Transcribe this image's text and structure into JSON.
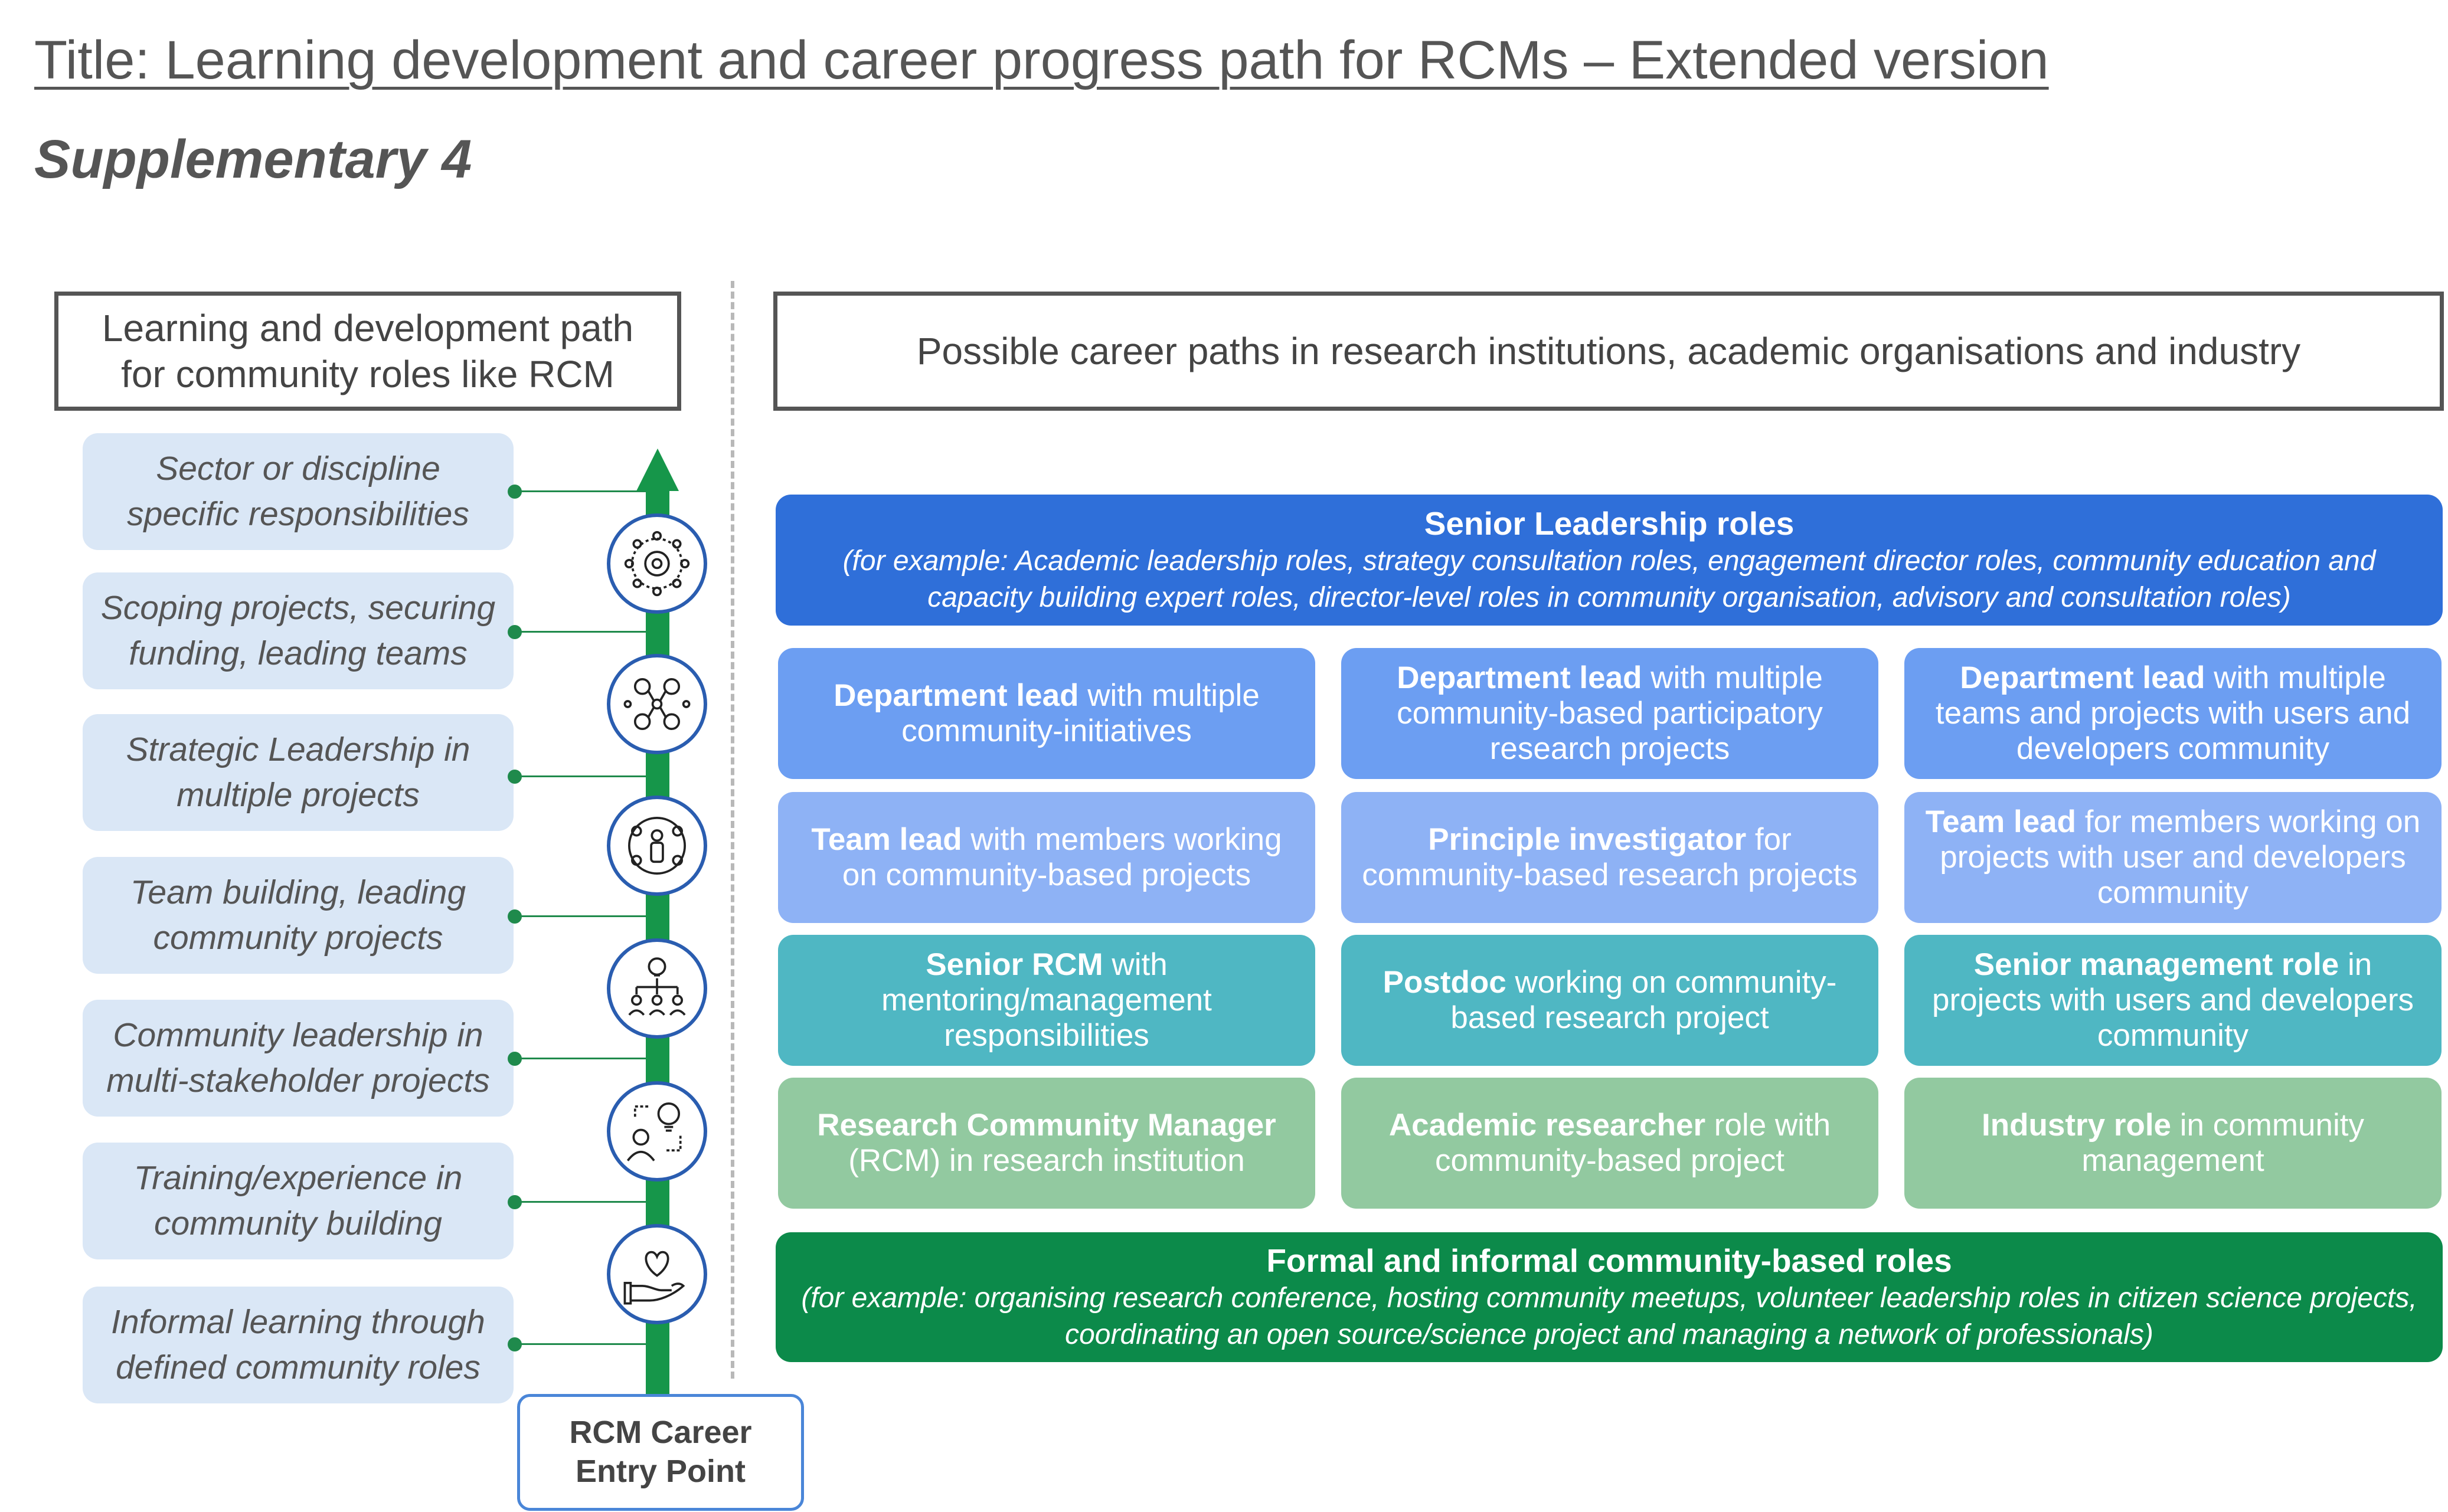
{
  "title": "Title: Learning development and career progress path for RCMs – Extended version",
  "subtitle": "Supplementary 4",
  "left_header": "Learning and development path\nfor community roles like RCM",
  "right_header": "Possible career paths in research institutions, academic organisations and industry",
  "steps": [
    "Sector or discipline\nspecific responsibilities",
    "Scoping projects, securing\nfunding, leading teams",
    "Strategic Leadership in\nmultiple projects",
    "Team building, leading\ncommunity projects",
    "Community leadership in\nmulti-stakeholder projects",
    "Training/experience in\ncommunity building",
    "Informal learning through\ndefined community roles"
  ],
  "icons": [
    "network-gear-icon",
    "people-network-icon",
    "team-circle-icon",
    "org-chart-idea-icon",
    "person-idea-icon",
    "heart-hand-icon"
  ],
  "entry_point": "RCM Career\nEntry Point",
  "senior": {
    "title": "Senior Leadership roles",
    "note": "(for example: Academic leadership roles, strategy consultation roles, engagement director roles, community education and capacity building expert roles, director-level roles in community organisation, advisory and consultation roles)"
  },
  "grid": [
    [
      {
        "bold": "Department lead",
        "rest": " with multiple community-initiatives"
      },
      {
        "bold": "Department lead",
        "rest": " with multiple community-based participatory research projects"
      },
      {
        "bold": "Department lead",
        "rest": " with multiple teams and projects with users and developers community"
      }
    ],
    [
      {
        "bold": "Team lead",
        "rest": " with members working on community-based projects"
      },
      {
        "bold": "Principle investigator",
        "rest": " for community-based research projects"
      },
      {
        "bold": "Team lead",
        "rest": " for members working on projects with user and developers community"
      }
    ],
    [
      {
        "bold": "Senior RCM",
        "rest": " with mentoring/management responsibilities"
      },
      {
        "bold": "Postdoc",
        "rest": " working on community-based research project"
      },
      {
        "bold": "Senior management role",
        "rest": " in projects with users and developers community"
      }
    ],
    [
      {
        "bold": "Research Community Manager",
        "rest": " (RCM) in research institution"
      },
      {
        "bold": "Academic researcher",
        "rest": " role with community-based project"
      },
      {
        "bold": "Industry role",
        "rest": " in community management"
      }
    ]
  ],
  "formal": {
    "title": "Formal and informal community-based roles",
    "note": "(for example: organising research conference, hosting community meetups, volunteer leadership roles in citizen science projects, coordinating an open source/science project and managing a network of professionals)"
  }
}
